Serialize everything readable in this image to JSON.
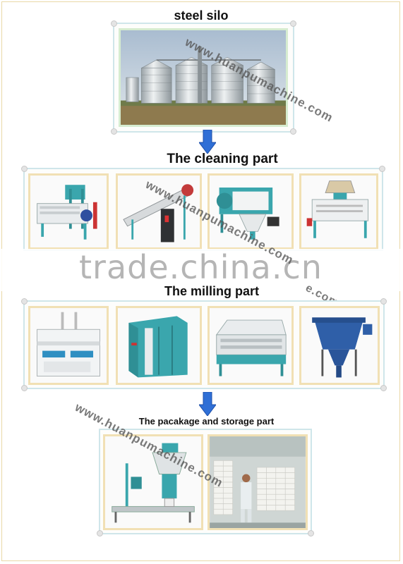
{
  "sections": {
    "silo": {
      "title": "steel silo"
    },
    "cleaning": {
      "title": "The cleaning part"
    },
    "milling": {
      "title": "The milling part"
    },
    "package": {
      "title": "The pacakage and storage part"
    }
  },
  "watermarks": {
    "site": "www.huanpumachine.com",
    "site_partial": "e.com",
    "trade": "trade.china.cn"
  },
  "colors": {
    "arrow": "#2f6fd6",
    "frame_border": "#cfe6ea",
    "photo_border": "#f1e0b4",
    "machine_teal": "#3aa6ad"
  }
}
